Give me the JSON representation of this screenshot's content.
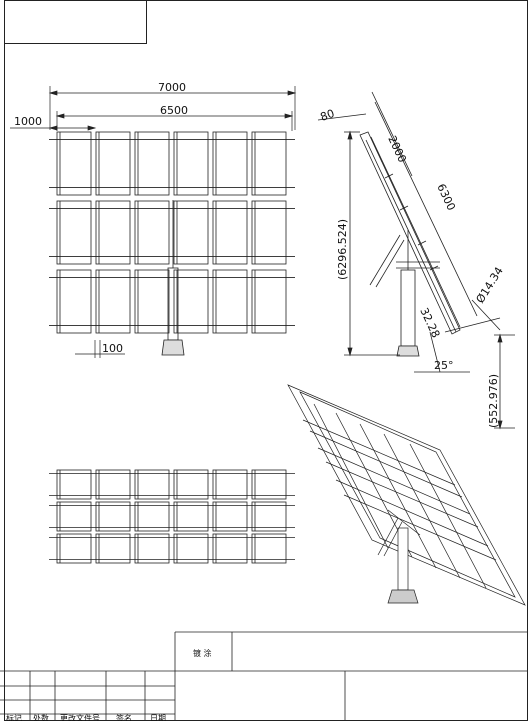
{
  "front_view": {
    "dim_overall_width": "7000",
    "dim_panel_span": "6500",
    "dim_edge_offset": "1000",
    "dim_post_gap": "100"
  },
  "side_view": {
    "dim_top_offset": "80",
    "dim_upper_segment": "2000",
    "dim_frame_length": "6300",
    "dim_overall_height": "(6296.524)",
    "dim_diameter": "Ø14.34",
    "dim_pivot_length": "32.28",
    "dim_tilt_angle": "25°",
    "dim_lower_clearance": "(552.976)"
  },
  "title_block": {
    "finish_label": "镀 涂",
    "col_markers": "标记",
    "col_count": "处数",
    "col_change_doc": "更改文件号",
    "col_signature": "签名",
    "col_date": "日期"
  }
}
